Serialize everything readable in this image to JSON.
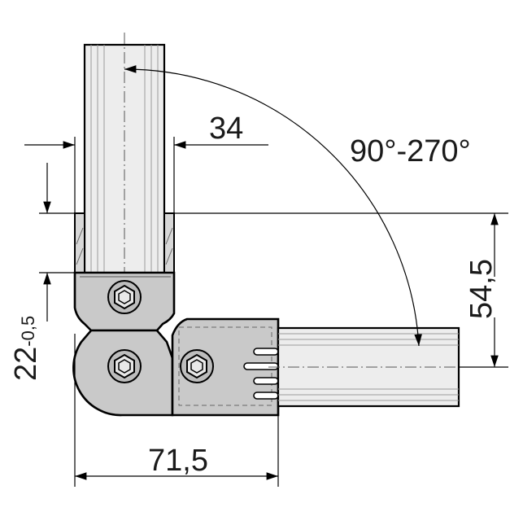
{
  "dimensions": {
    "tube_width": "34",
    "angle_range": "90°-270°",
    "socket_depth_main": "22",
    "socket_depth_tolerance": "-0,5",
    "center_height": "54,5",
    "overall_width": "71,5"
  },
  "colors": {
    "line": "#000000",
    "body_fill": "#c9c9c9",
    "tube_fill": "#ededed",
    "background": "#ffffff"
  },
  "icons": {
    "bolt": "hex-socket-bolt-icon",
    "arrow": "dimension-arrow-icon"
  }
}
